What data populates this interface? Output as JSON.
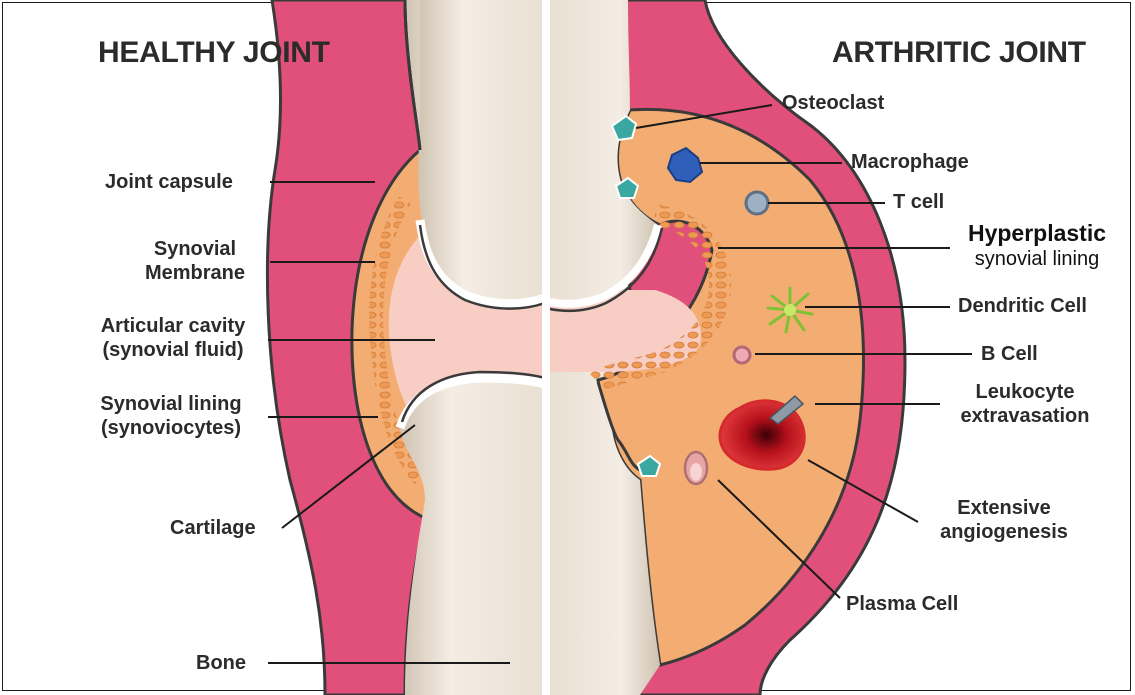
{
  "titles": {
    "healthy": "HEALTHY JOINT",
    "arthritic": "ARTHRITIC JOINT"
  },
  "healthy_labels": {
    "joint_capsule": "Joint capsule",
    "synovial_membrane": [
      "Synovial",
      "Membrane"
    ],
    "articular_cavity": [
      "Articular cavity",
      "(synovial fluid)"
    ],
    "synovial_lining": [
      "Synovial lining",
      "(synoviocytes)"
    ],
    "cartilage": "Cartilage",
    "bone": "Bone"
  },
  "arthritic_labels": {
    "osteoclast": "Osteoclast",
    "macrophage": "Macrophage",
    "t_cell": "T cell",
    "hyperplastic": [
      "Hyperplastic",
      "synovial lining"
    ],
    "dendritic_cell": "Dendritic Cell",
    "b_cell": "B Cell",
    "leukocyte": [
      "Leukocyte",
      "extravasation"
    ],
    "angiogenesis": [
      "Extensive",
      "angiogenesis"
    ],
    "plasma_cell": "Plasma Cell"
  },
  "colors": {
    "capsule": "#e0507a",
    "synovium": "#f3ad72",
    "fluid": "#f7cdc4",
    "bone": "#ece1d4",
    "outline": "#3a3a3a",
    "macrophage": "#2f5fb8",
    "dendritic": "#7ec234",
    "blood": "#c4131d"
  }
}
